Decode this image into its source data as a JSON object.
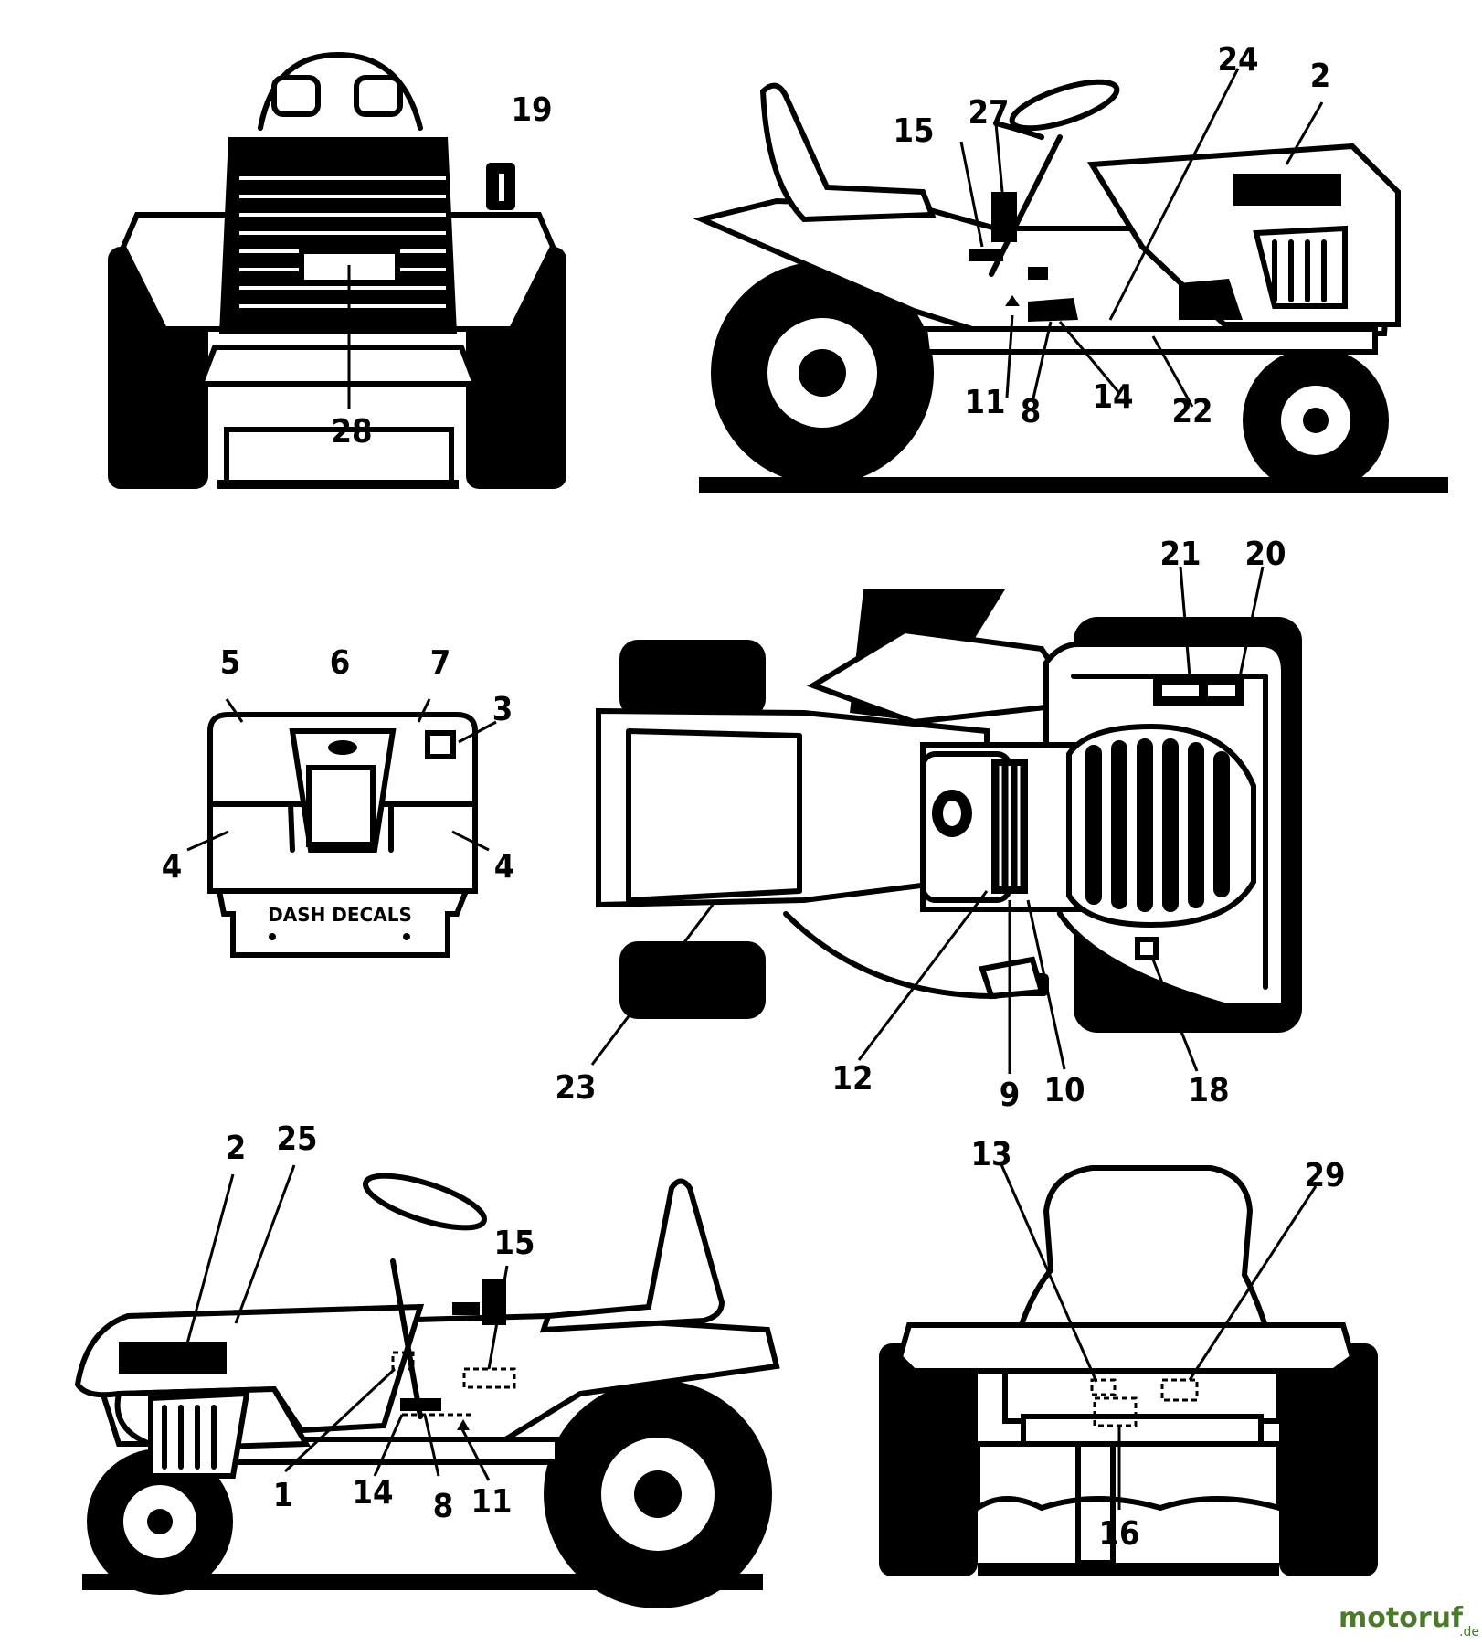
{
  "dash_panel_text": "DASH DECALS",
  "watermark": {
    "brand": "motoruf",
    "tld": ".de"
  },
  "callouts": {
    "front_view": [
      "19",
      "28"
    ],
    "right_side_view": [
      "15",
      "27",
      "24",
      "2",
      "11",
      "8",
      "14",
      "22"
    ],
    "dash_view": [
      "5",
      "6",
      "7",
      "3",
      "4",
      "4"
    ],
    "top_view": [
      "21",
      "20",
      "23",
      "12",
      "9",
      "10",
      "18"
    ],
    "left_side_view": [
      "2",
      "25",
      "15",
      "1",
      "14",
      "8",
      "11"
    ],
    "rear_view": [
      "13",
      "29",
      "16"
    ]
  }
}
